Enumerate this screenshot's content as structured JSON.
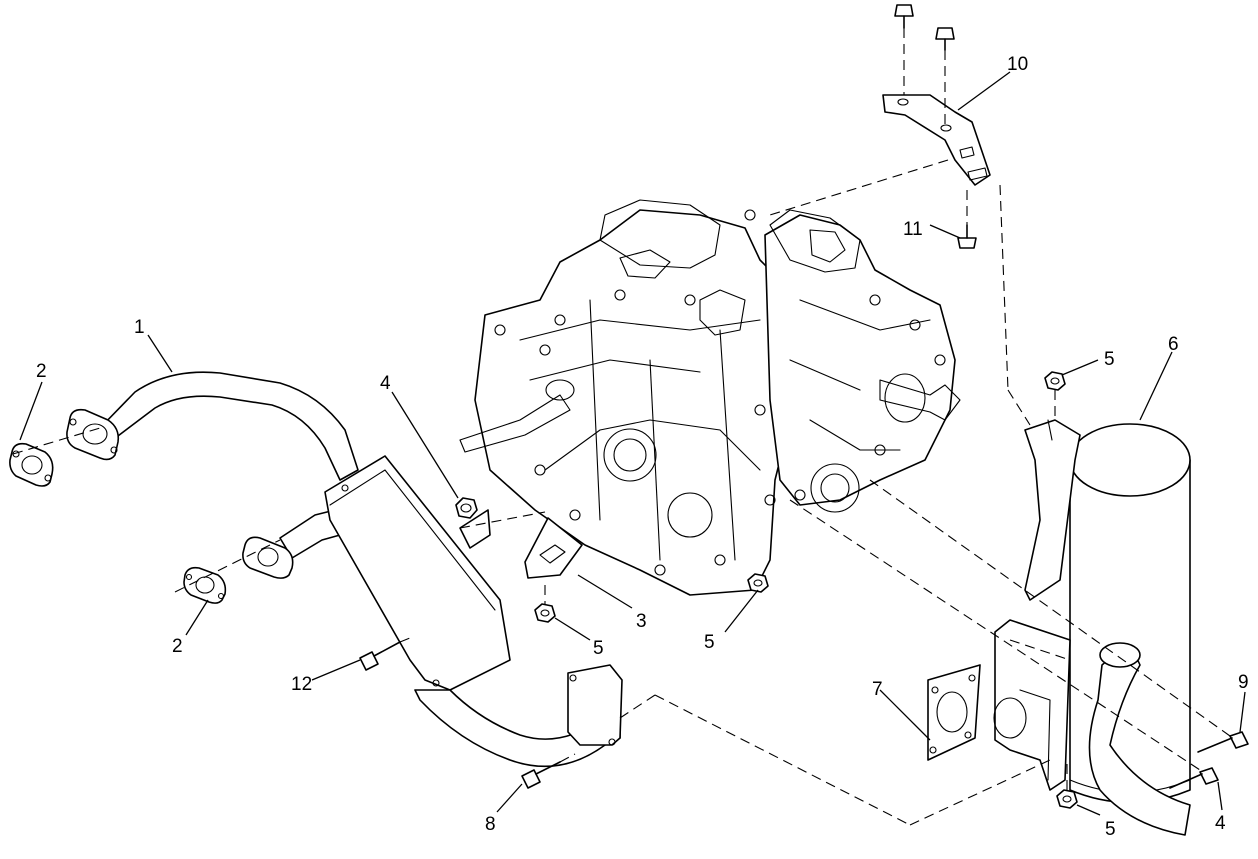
{
  "diagram": {
    "callouts": {
      "c1": "1",
      "c2a": "2",
      "c2b": "2",
      "c3": "3",
      "c4a": "4",
      "c4b": "4",
      "c5a": "5",
      "c5b": "5",
      "c5c": "5",
      "c5d": "5",
      "c6": "6",
      "c7": "7",
      "c8": "8",
      "c9": "9",
      "c10": "10",
      "c11": "11",
      "c12": "12"
    }
  }
}
